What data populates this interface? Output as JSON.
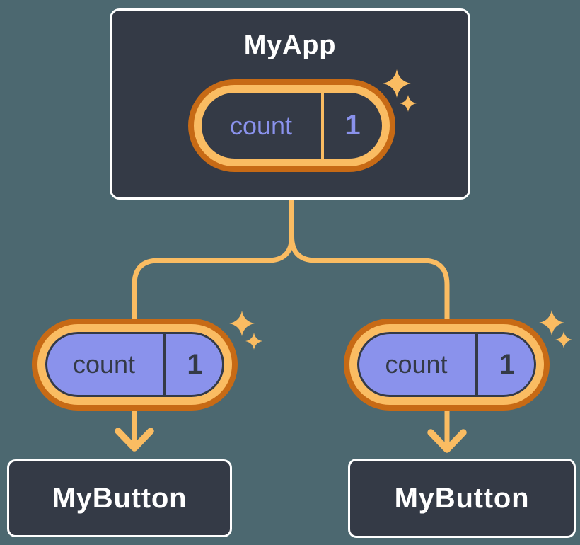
{
  "colors": {
    "bg": "#4C6870",
    "slate": "#343A46",
    "white": "#FFFFFF",
    "line": "#FABC62",
    "ring-outer": "#C76A15",
    "purple": "#8A92EC"
  },
  "root": {
    "title": "MyApp",
    "state": {
      "name": "count",
      "value": "1"
    }
  },
  "children": [
    {
      "title": "MyButton",
      "prop": {
        "name": "count",
        "value": "1"
      }
    },
    {
      "title": "MyButton",
      "prop": {
        "name": "count",
        "value": "1"
      }
    }
  ],
  "icons": {
    "sparkles": "sparkles-icon",
    "arrow": "arrow-down-icon"
  }
}
